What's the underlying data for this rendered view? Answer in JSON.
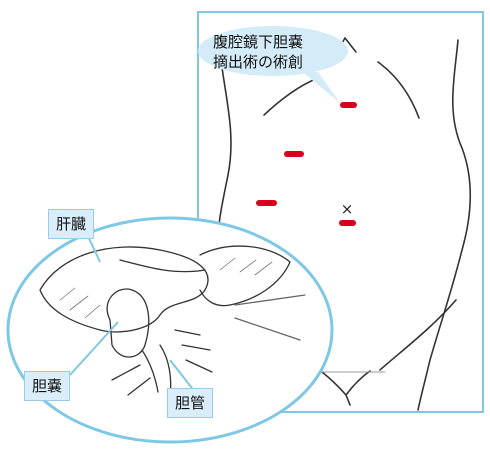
{
  "callout": {
    "line1": "腹腔鏡下胆嚢",
    "line2": "摘出術の術創"
  },
  "labels": {
    "liver": "肝臓",
    "gallbladder": "胆嚢",
    "bile_duct": "胆管"
  },
  "colors": {
    "frame": "#7ec8e6",
    "incision": "#d8001c",
    "label_bg": "#d9eefa",
    "line_art": "#333333"
  },
  "marks": {
    "umbilicus_symbol": "×",
    "incision_count": 4
  }
}
